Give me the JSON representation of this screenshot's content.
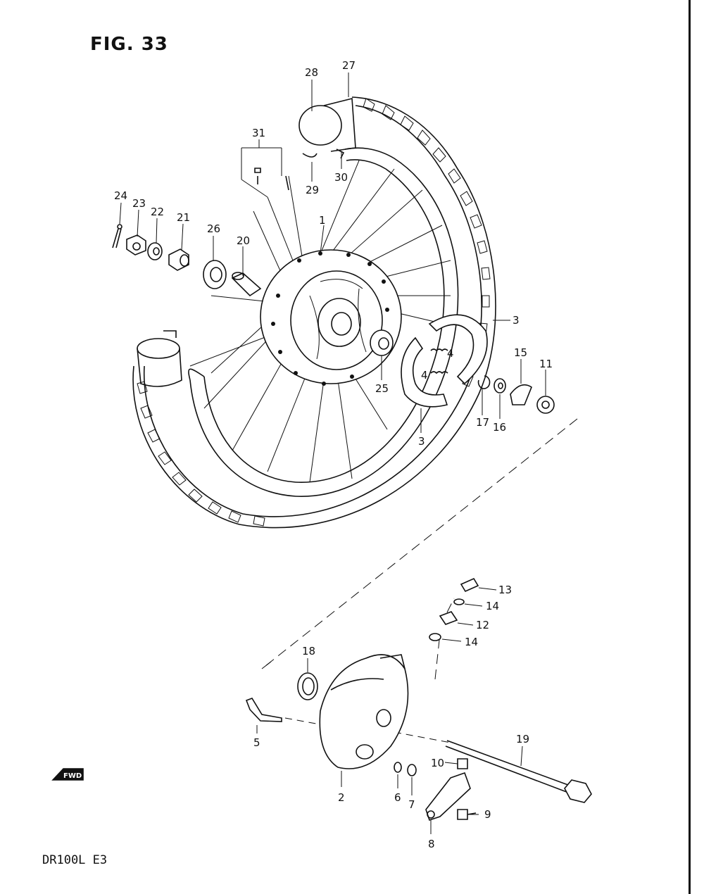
{
  "figure": {
    "title": "FIG. 33",
    "model_code": "DR100L  E3"
  },
  "fwd_badge": {
    "label": "FWD"
  },
  "callouts": [
    "1",
    "2",
    "3",
    "3",
    "4",
    "4",
    "5",
    "6",
    "7",
    "8",
    "9",
    "10",
    "11",
    "12",
    "13",
    "14",
    "14",
    "15",
    "16",
    "17",
    "18",
    "19",
    "20",
    "21",
    "22",
    "23",
    "24",
    "25",
    "26",
    "27",
    "28",
    "29",
    "30",
    "31"
  ]
}
